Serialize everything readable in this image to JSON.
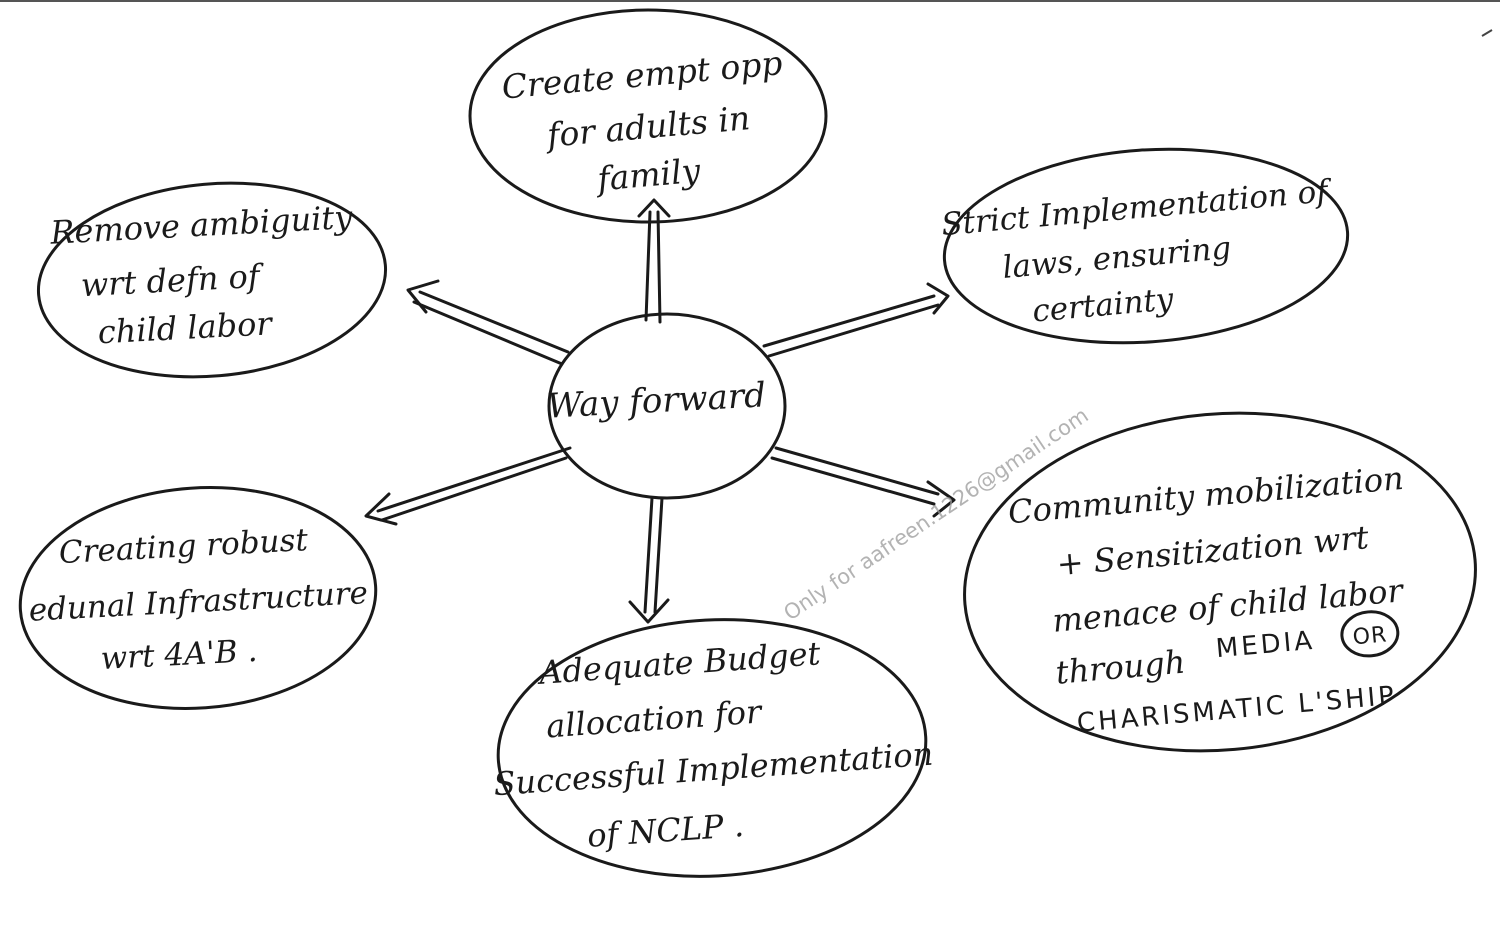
{
  "center": {
    "label": "Way forward"
  },
  "nodes": {
    "employment": {
      "lines": [
        "Create empt opp",
        "for adults in",
        "family"
      ]
    },
    "strict_laws": {
      "lines": [
        "Strict Implementation of",
        "laws, ensuring",
        "certainty"
      ]
    },
    "ambiguity": {
      "lines": [
        "Remove ambiguity",
        "wrt defn of",
        "child labor"
      ]
    },
    "infrastructure": {
      "lines": [
        "Creating robust",
        "edunal Infrastructure",
        "wrt 4A'B ."
      ]
    },
    "budget": {
      "lines": [
        "Adequate Budget",
        "allocation for",
        "Successful Implementation",
        "of NCLP ."
      ]
    },
    "community": {
      "lines": [
        "Community mobilization",
        "+ Sensitization wrt",
        "menace of child labor",
        "through"
      ],
      "media": "MEDIA",
      "or": "OR",
      "leadership": "CHARISMATIC L'SHIP"
    }
  },
  "watermark": "Only for aafreen.1226@gmail.com",
  "colors": {
    "ink": "#1a1a1a",
    "paper": "#ffffff",
    "watermark": "#9a9a9a"
  }
}
